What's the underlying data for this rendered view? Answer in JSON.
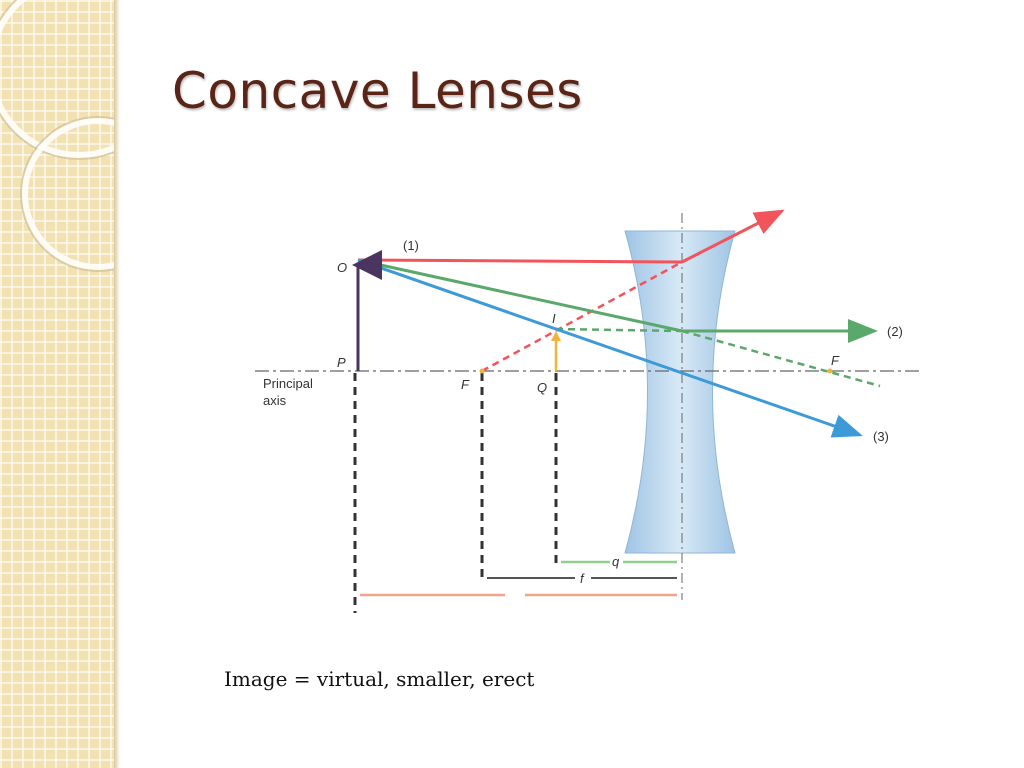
{
  "slide": {
    "title": "Concave Lenses",
    "caption": "Image = virtual, smaller, erect"
  },
  "diagram": {
    "labels": {
      "object_top": "O",
      "object_base": "P",
      "image_top": "I",
      "image_base": "Q",
      "focus_left": "F",
      "focus_right": "F",
      "axis": [
        "Principal",
        "axis"
      ],
      "ray1": "(1)",
      "ray2": "(2)",
      "ray3": "(3)",
      "image_distance": "q",
      "focal_length": "f"
    },
    "colors": {
      "ray1": "#f2545b",
      "ray2": "#5aa86a",
      "ray3": "#3d9ad9",
      "lens": "#bcd8ee",
      "object": "#4a3560",
      "image": "#f2b33d",
      "title": "#5a2417"
    }
  }
}
